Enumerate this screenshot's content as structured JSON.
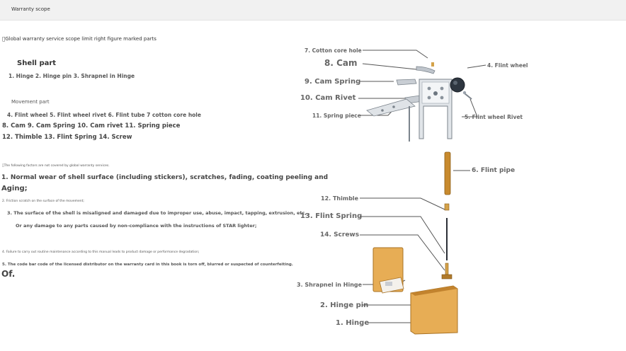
{
  "header": {
    "title": "Warranty scope"
  },
  "left": {
    "intro": "Global warranty service scope limit right figure marked parts",
    "shell_heading": "Shell part",
    "shell_items": "1. Hinge 2. Hinge pin 3. Shrapnel in Hinge",
    "movement_heading": "Movement part",
    "movement_line1": "4. Flint wheel 5. Flint wheel rivet 6. Flint tube 7 cotton core hole",
    "movement_line2": "8. Cam 9. Cam Spring 10. Cam rivet 11. Spring piece",
    "movement_line3": "12. Thimble 13. Flint Spring 14. Screw",
    "not_covered_intro": "The following factors are not covered by global warranty services.",
    "item1a": "1. Normal wear of shell surface (including stickers), scratches, fading, coating peeling and",
    "item1b": "Aging;",
    "item2": "2. Friction scratch on the surface of the movement;",
    "item3a": "3. The surface of the shell is misaligned and damaged due to improper use, abuse, impact, tapping, extrusion, etc,",
    "item3b": "Or any damage to any parts caused by non-compliance with the instructions of STAR lighter;",
    "item4": "4. Failure to carry out routine maintenance according to this manual leads to product damage or performance degradation;",
    "item5a": "5. The code bar code of the licensed distributor on the warranty card in this book is torn off, blurred or suspected of counterfeiting.",
    "item5b": "Of."
  },
  "figure": {
    "labels": {
      "cotton_core_hole": "7. Cotton core hole",
      "cam": "8. Cam",
      "cam_spring": "9. Cam Spring",
      "cam_rivet": "10. Cam Rivet",
      "spring_piece": "11. Spring piece",
      "flint_wheel": "4. Flint wheel",
      "flint_wheel_rivet": "5. Flint wheel Rivet",
      "flint_pipe": "6. Flint pipe",
      "thimble": "12. Thimble",
      "flint_spring": "13. Flint Spring",
      "screws": "14. Screws",
      "shrapnel_in_hinge": "3. Shrapnel in Hinge",
      "hinge_pin": "2. Hinge pin",
      "hinge": "1. Hinge"
    },
    "colors": {
      "brass": "#d4a24a",
      "shell": "#e7ad55",
      "metal": "#9aa3ad",
      "leader": "#555555"
    }
  }
}
